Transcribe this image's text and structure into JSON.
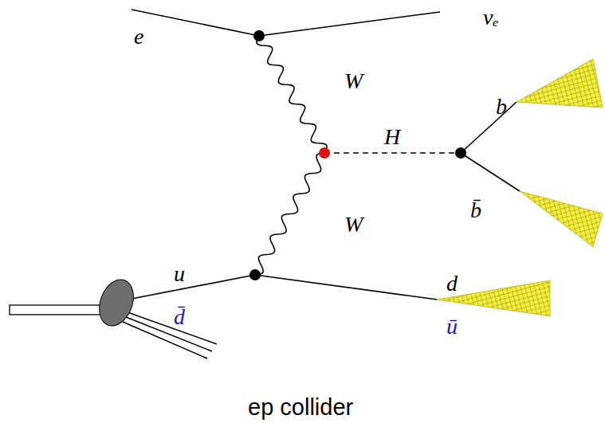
{
  "diagram": {
    "caption": "ep collider",
    "labels": [
      "e",
      "νₑ",
      "W",
      "H",
      "b",
      "b̄",
      "W",
      "u",
      "d̄",
      "d",
      "ū"
    ]
  }
}
